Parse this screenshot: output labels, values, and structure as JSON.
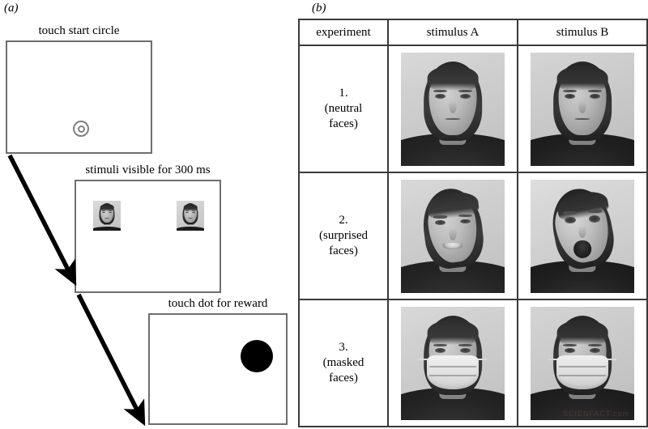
{
  "figure": {
    "panel_a_label": "(a)",
    "panel_b_label": "(b)"
  },
  "panel_a": {
    "steps": [
      {
        "caption": "touch start circle",
        "icon": "bullseye-start-circle"
      },
      {
        "caption": "stimuli visible for 300 ms",
        "icon": "two-face-thumbnails"
      },
      {
        "caption": "touch dot for reward",
        "icon": "black-reward-dot"
      }
    ],
    "arrows": [
      {
        "name": "arrow-step1-to-step2"
      },
      {
        "name": "arrow-step2-to-step3"
      }
    ]
  },
  "panel_b": {
    "columns": [
      "experiment",
      "stimulus A",
      "stimulus B"
    ],
    "rows": [
      {
        "number": "1.",
        "condition": "(neutral",
        "condition_2": "faces)",
        "stimulus_a": "neutral-face-frontal",
        "stimulus_b": "neutral-face-frontal-alt"
      },
      {
        "number": "2.",
        "condition": "(surprised",
        "condition_2": "faces)",
        "stimulus_a": "mildly-surprised-face",
        "stimulus_b": "strongly-surprised-open-mouth-face"
      },
      {
        "number": "3.",
        "condition": "(masked",
        "condition_2": "faces)",
        "stimulus_a": "masked-face-frontal",
        "stimulus_b": "masked-face-frontal-alt"
      }
    ],
    "watermark": "SCIENFACT.com"
  },
  "colors": {
    "screen_border": "#6e6e6e",
    "table_border": "#3a3a3a",
    "reward_dot": "#000000",
    "start_circle": "#808080",
    "background": "#ffffff"
  }
}
